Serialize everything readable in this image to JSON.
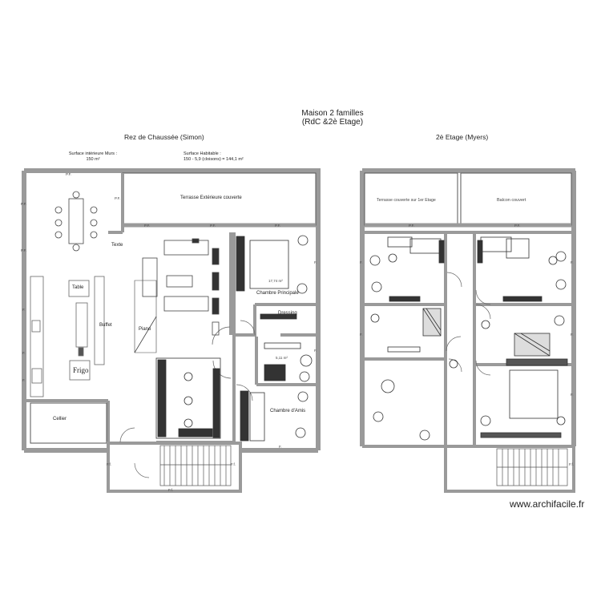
{
  "title": {
    "line1": "Maison 2 familles",
    "line2": "(RdC &2è Etage)"
  },
  "watermark": "www.archifacile.fr",
  "ground_floor": {
    "heading": "Rez de Chaussée (Simon)",
    "surface_murs": {
      "line1": "Surface intérieure Murs :",
      "line2": "150 m²"
    },
    "surface_habitable": {
      "line1": "Surface Habitable :",
      "line2": "150 - 5,9 (cloisons) = 144,1 m²"
    },
    "rooms": {
      "terrasse": "Terrasse  Extérieure couverte",
      "texte": "Texte",
      "table": "Table",
      "buffet": "Buffet",
      "piano": "Piano",
      "frigo": "Frigo",
      "cellier": "Cellier",
      "chambre_principale": "Chambre Principale",
      "dressing": "Dressing",
      "chambre_amis": "Chambre d'Amis",
      "area_1": "17,74 m²",
      "area_2": "5,11 m²"
    },
    "window_labels": {
      "pf_top": "P.F.",
      "pf_left_1": "P.F.",
      "pf_left_2": "P.F.",
      "pf_terrace": "P.F.",
      "pf_mid_1": "P.F.",
      "pf_mid_2": "P.F.",
      "pf_mid_3": "P.F.",
      "f_left_1": "F.",
      "f_left_2": "F.",
      "f_left_3": "F.",
      "f_right_1": "F.",
      "f_right_2": "F.",
      "f_bottom": "F.",
      "fi_left": "F.f.",
      "fi_right": "F.f.",
      "fi_bottom": "F.f."
    }
  },
  "second_floor": {
    "heading": "2è Etage (Myers)",
    "rooms": {
      "terrasse": "Terrasse couverte sur  1er Etage",
      "balcon": "Balcon couvert"
    },
    "window_labels": {
      "pf_1": "P.F.",
      "pf_2": "P.F.",
      "f_1": "F.",
      "f_2": "F.",
      "f_3": "F.",
      "f_4": "F.",
      "f_5": "F.",
      "fi_right": "F.f."
    }
  }
}
